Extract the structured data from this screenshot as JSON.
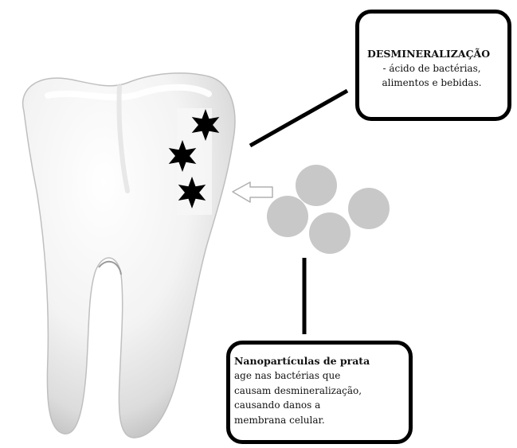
{
  "colors": {
    "particle": "#c8c8c8",
    "outline": "#000000",
    "tooth_highlight": "#ffffff",
    "tooth_shadow": "#c9c9c9"
  },
  "callouts": {
    "demineralization": {
      "title": "DESMINERALIZAÇÃO",
      "lines": [
        "- ácido de bactérias,",
        "alimentos e bebidas."
      ]
    },
    "silver_nanoparticles": {
      "title": "Nanopartículas de prata",
      "lines": [
        "age nas bactérias que",
        "causam desmineralização,",
        "causando danos a",
        "membrana celular."
      ]
    }
  },
  "icons": [
    "tooth-illustration",
    "star-icon",
    "arrow-left-icon",
    "nanoparticle"
  ]
}
